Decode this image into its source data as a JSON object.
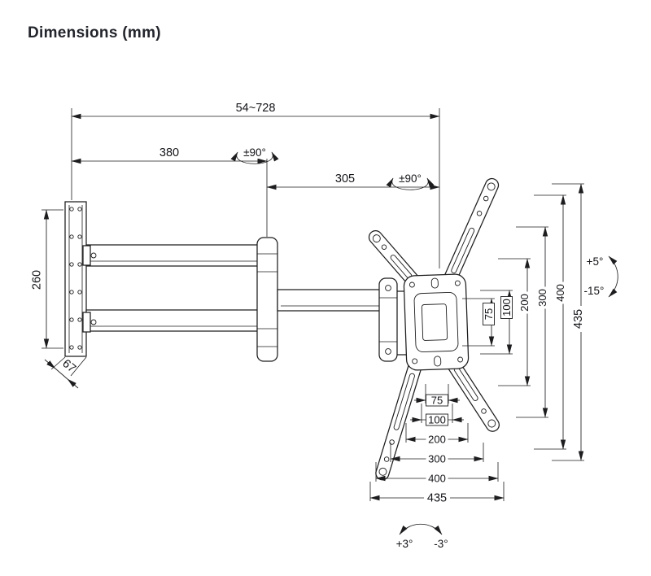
{
  "title": "Dimensions (mm)",
  "dims": {
    "total_extension": "54~728",
    "arm1_length": "380",
    "arm1_swivel": "±90°",
    "arm2_length": "305",
    "arm2_swivel": "±90°",
    "wall_plate_height": "260",
    "wall_plate_depth": "67",
    "tilt_up": "+5°",
    "tilt_down": "-15°",
    "rotate_plus": "+3°",
    "rotate_minus": "-3°",
    "vesa_vertical": [
      "75",
      "100",
      "200",
      "300",
      "400",
      "435"
    ],
    "vesa_horizontal": [
      "75",
      "100",
      "200",
      "300",
      "400",
      "435"
    ]
  },
  "colors": {
    "line": "#1d1d1f",
    "text": "#141519",
    "background": "#ffffff"
  }
}
